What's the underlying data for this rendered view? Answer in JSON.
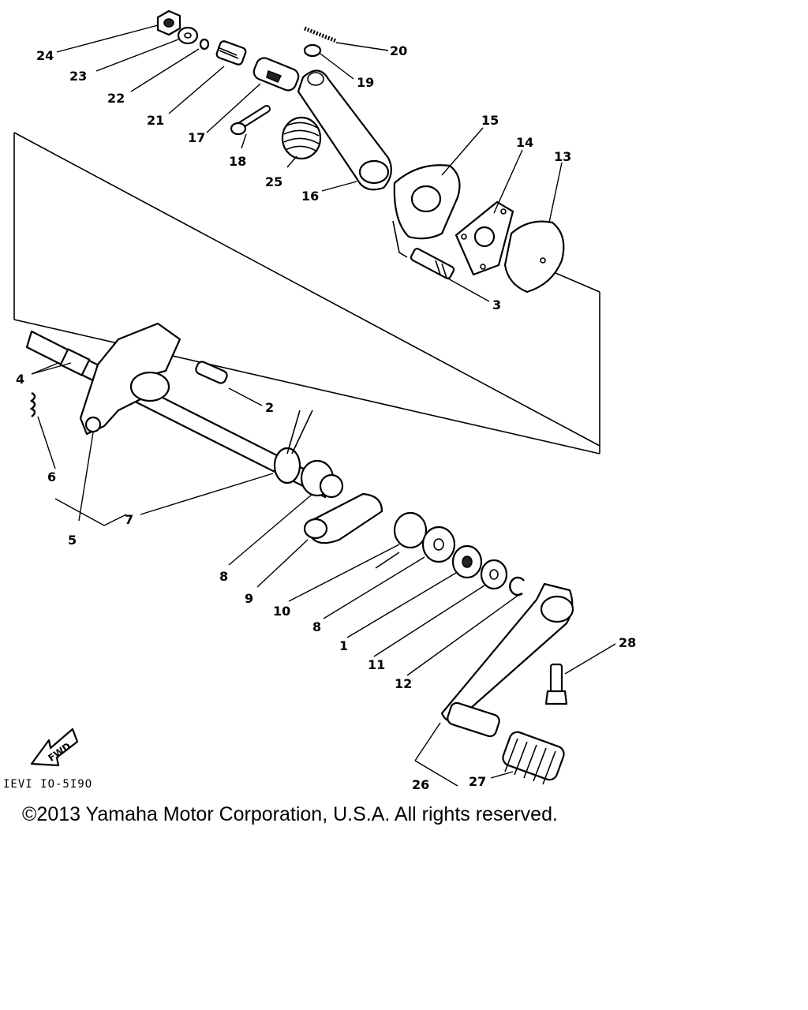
{
  "callouts": [
    "1",
    "2",
    "3",
    "4",
    "5",
    "6",
    "7",
    "8",
    "8",
    "9",
    "10",
    "11",
    "12",
    "13",
    "14",
    "15",
    "16",
    "17",
    "18",
    "19",
    "20",
    "21",
    "22",
    "23",
    "24",
    "25",
    "26",
    "27",
    "28"
  ],
  "figure_code": "IEVI IO-5I9O",
  "fwd_label": "FWD",
  "copyright": "©2013 Yamaha Motor Corporation, U.S.A. All rights reserved."
}
